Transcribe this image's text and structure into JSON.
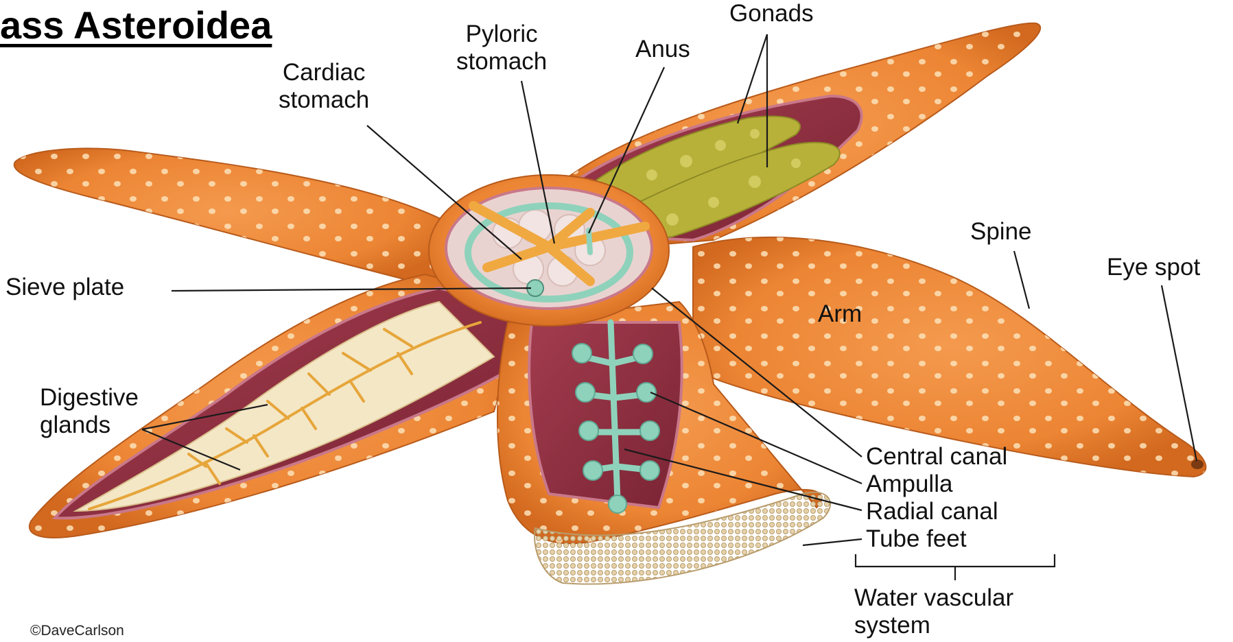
{
  "title": "ass Asteroidea",
  "credit": "©DaveCarlson",
  "labels": {
    "cardiac_stomach": "Cardiac\nstomach",
    "pyloric_stomach": "Pyloric\nstomach",
    "anus": "Anus",
    "gonads": "Gonads",
    "spine": "Spine",
    "eye_spot": "Eye spot",
    "arm": "Arm",
    "sieve_plate": "Sieve plate",
    "digestive_glands": "Digestive\nglands",
    "central_canal": "Central canal",
    "ampulla": "Ampulla",
    "radial_canal": "Radial canal",
    "tube_feet": "Tube feet",
    "water_vascular_system": "Water vascular\nsystem"
  },
  "colors": {
    "skin": "#EE8A3A",
    "skin_dark": "#C8641E",
    "skin_light": "#F7B074",
    "tubercle": "#FCE1B8",
    "cavity": "#8E2E3F",
    "cavity_wall": "#C9788A",
    "gonad": "#B7B13A",
    "digestive_gland": "#F4E7C6",
    "gland_duct": "#E6A63B",
    "water_vascular": "#8FD2BC",
    "tube_feet": "#D9C29A",
    "leader_line": "#1a1a1a"
  }
}
